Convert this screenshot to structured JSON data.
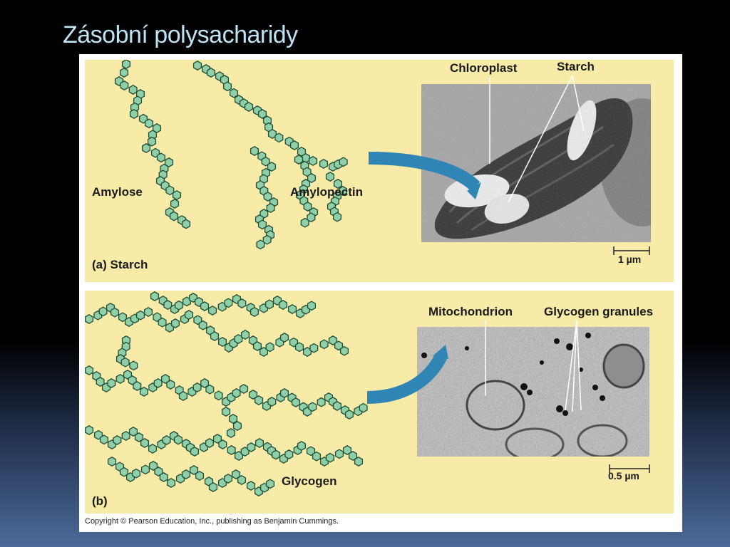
{
  "slide": {
    "title": "Zásobní polysacharidy",
    "title_color": "#bfe3f2"
  },
  "panel_a": {
    "amylose_label": "Amylose",
    "amylopectin_label": "Amylopectin",
    "caption_letter": "(a)",
    "caption_text": "Starch",
    "chloroplast_label": "Chloroplast",
    "starch_label": "Starch",
    "scale_label": "1 µm"
  },
  "panel_b": {
    "glycogen_label": "Glycogen",
    "caption_letter": "(b)",
    "mitochondrion_label": "Mitochondrion",
    "granules_label": "Glycogen granules",
    "scale_label": "0.5 µm"
  },
  "copyright": "Copyright © Pearson Education, Inc., publishing as Benjamin Cummings.",
  "colors": {
    "panel_bg": "#f8eaa7",
    "hexagon_fill": "#8fd0a8",
    "hexagon_stroke": "#1f4d36",
    "arrow": "#2f86b5"
  },
  "icons": {
    "glucose_unit": "hexagon",
    "zoom_arrow": "curved-arrow"
  }
}
